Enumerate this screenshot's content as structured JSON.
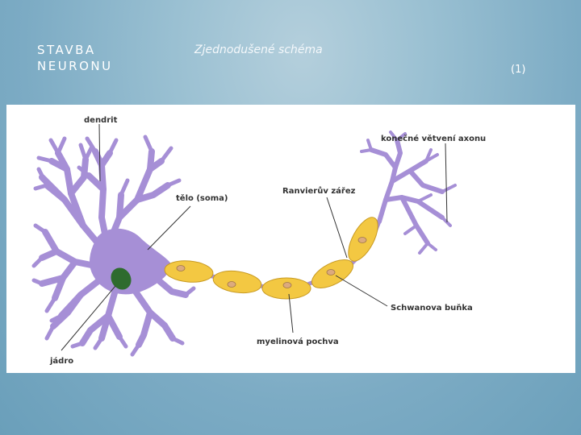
{
  "slide": {
    "title_line1": "STAVBA",
    "title_line2": "NEURONU",
    "subtitle": "Zjednodušené schéma",
    "ref": "(1)"
  },
  "diagram": {
    "labels": {
      "dendrit": "dendrit",
      "telo": "tělo (soma)",
      "jadro": "jádro",
      "ranvier": "Ranvierův zářez",
      "konecne": "konečné větvení axonu",
      "schwann": "Schwanova buňka",
      "myelin": "myelinová pochva"
    },
    "colors": {
      "neuron": "#a68fd6",
      "neuron_stroke": "#8c72c4",
      "nucleus": "#2e6b2e",
      "myelin": "#f3c842",
      "myelin_stroke": "#c89a22",
      "schwann_nucleus": "#dcaa7e",
      "leader": "#333333"
    }
  }
}
